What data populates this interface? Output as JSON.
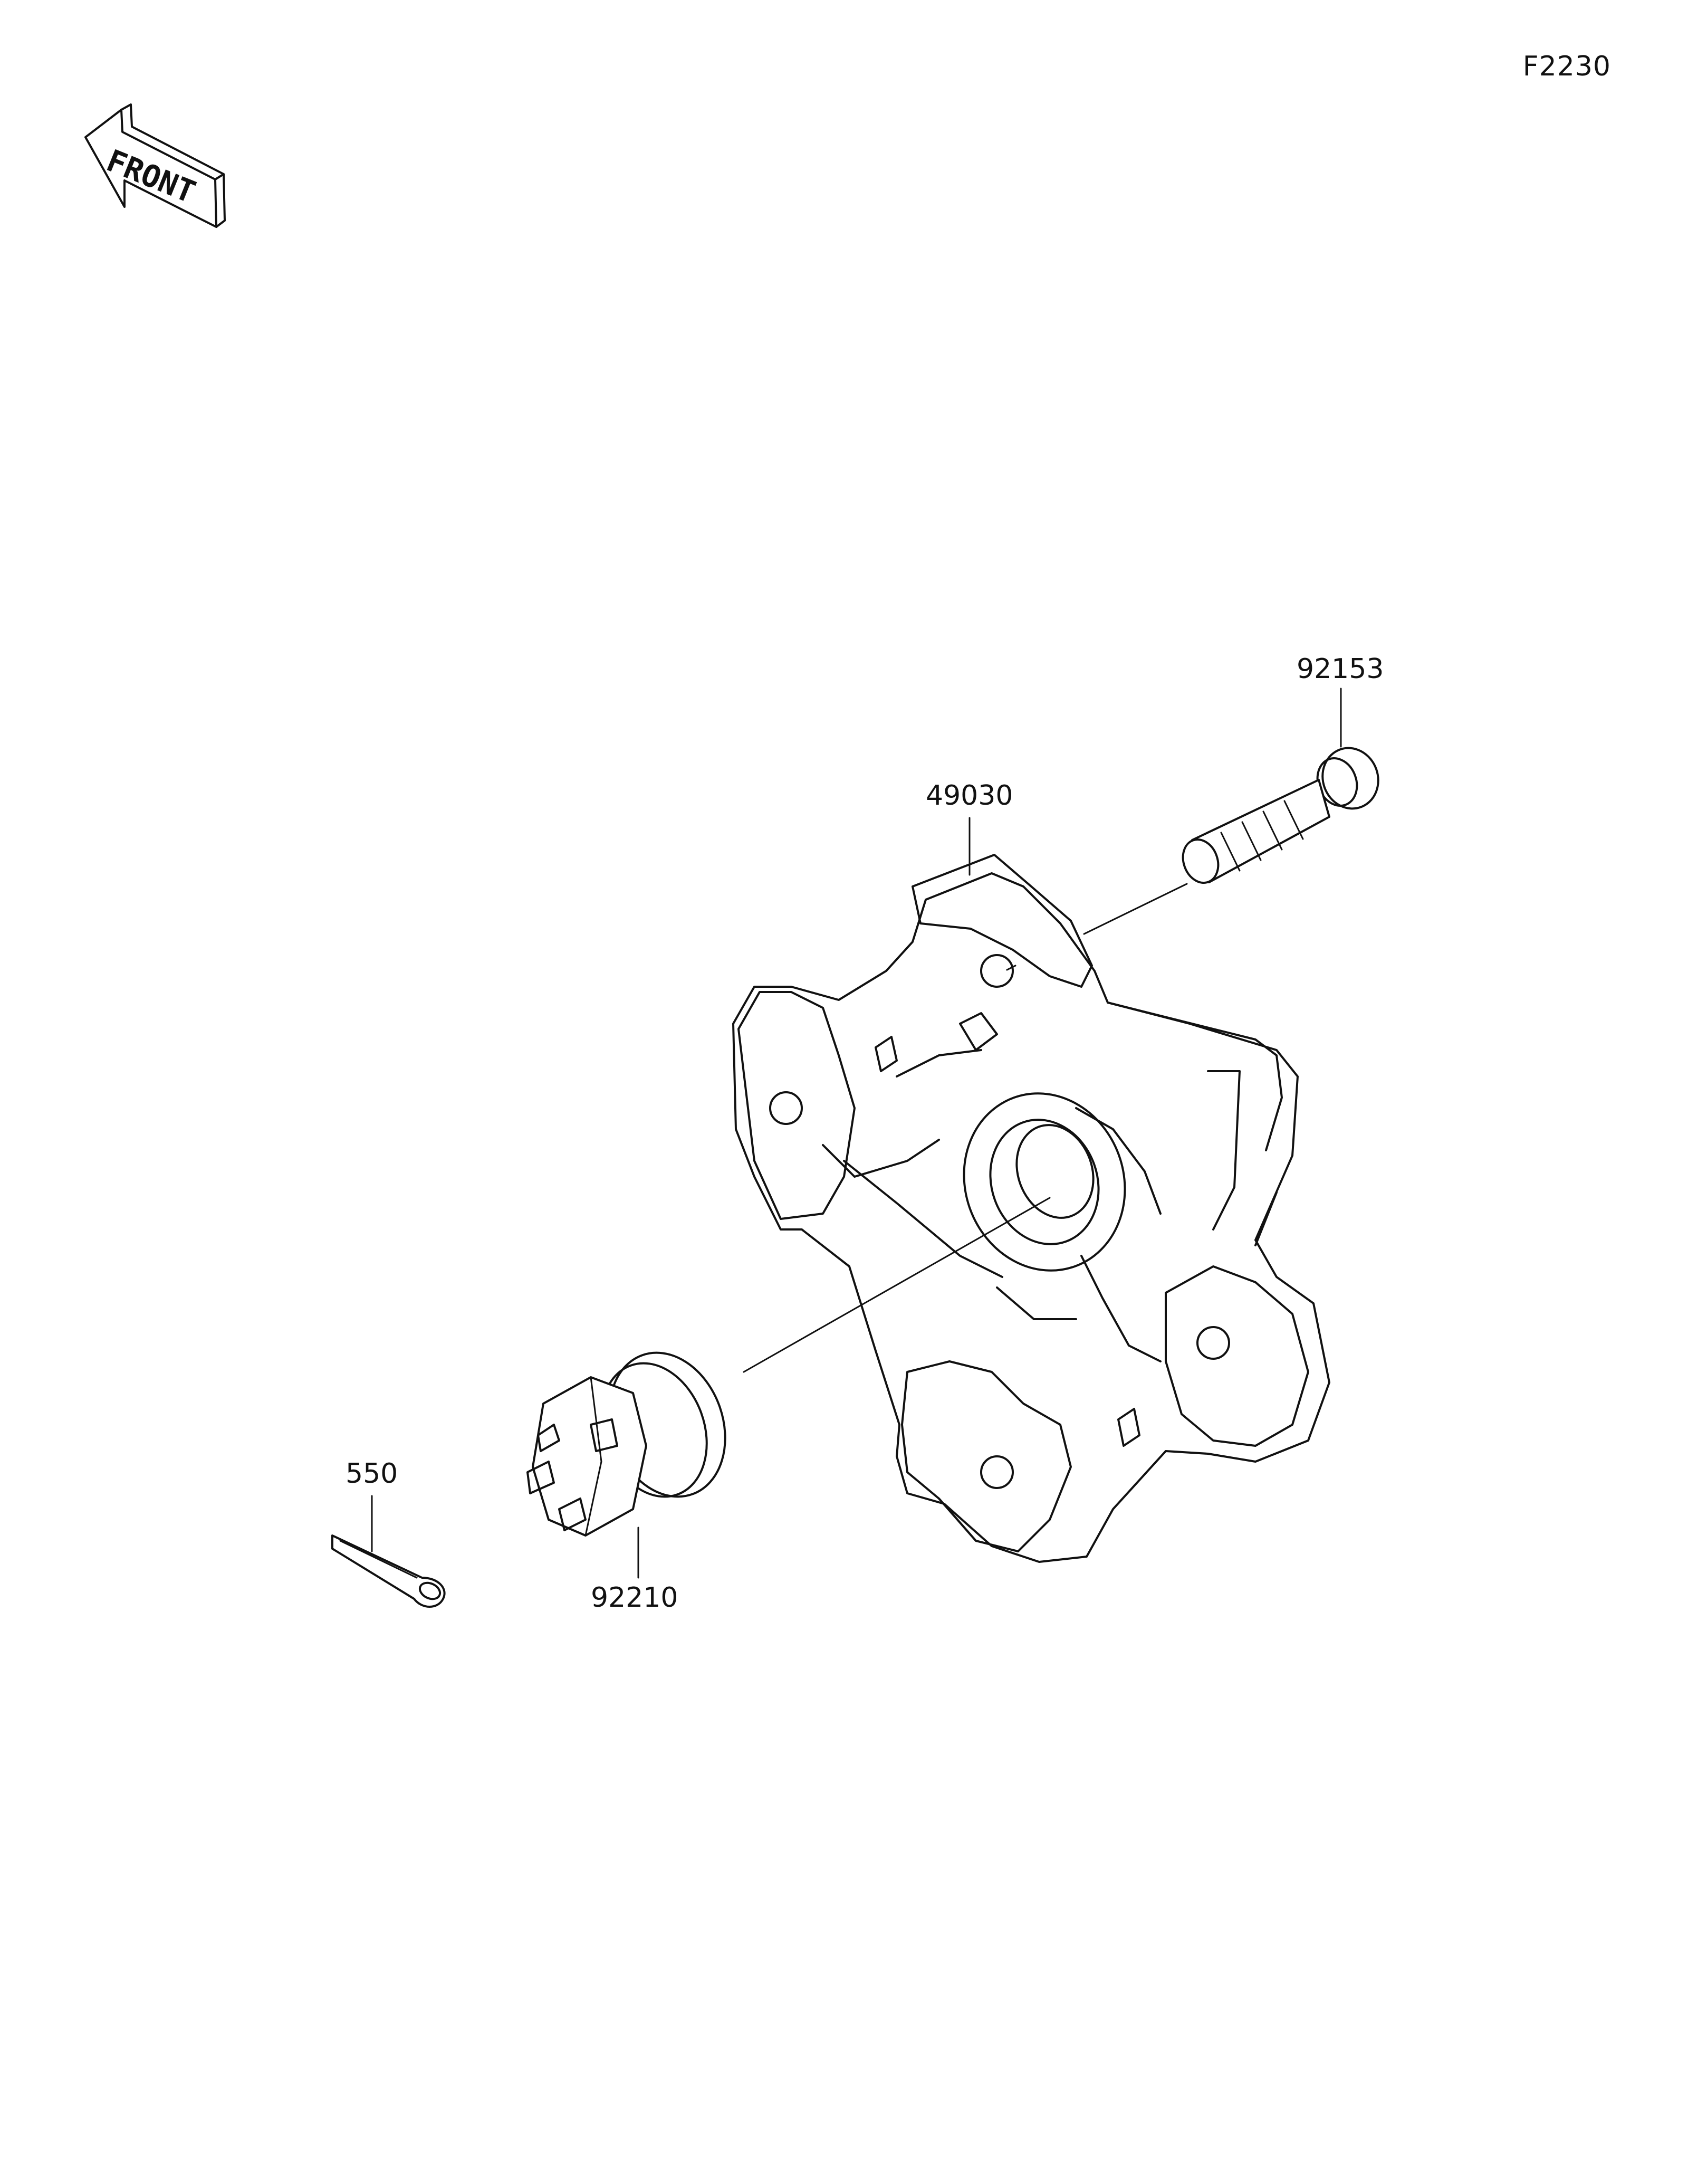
{
  "figure": {
    "code": "F2230"
  },
  "front_indicator": {
    "text": "FRONT"
  },
  "parts": [
    {
      "id": "49030"
    },
    {
      "id": "92153"
    },
    {
      "id": "92210"
    },
    {
      "id": "550"
    }
  ]
}
